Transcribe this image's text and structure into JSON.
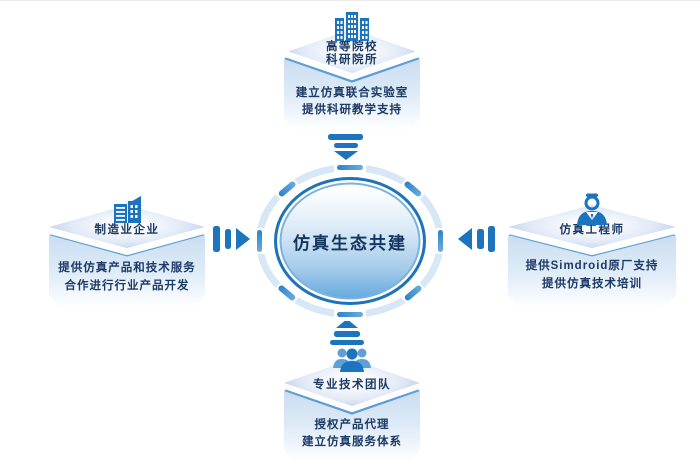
{
  "theme": {
    "accent": "#1b74bd",
    "navy": "#1c3a66",
    "ring": "#d7e7f5",
    "edge": "#4a93cf"
  },
  "center": {
    "title": "仿真生态共建"
  },
  "nodes": {
    "top": {
      "icon": "university-buildings-icon",
      "title_lines": [
        "高等院校",
        "科研院所"
      ],
      "points": [
        "建立仿真联合实验室",
        "提供科研教学支持"
      ],
      "arrow": "double-arrow-down-icon"
    },
    "left": {
      "icon": "factory-buildings-icon",
      "title": "制造业企业",
      "points": [
        "提供仿真产品和技术服务",
        "合作进行行业产品开发"
      ],
      "arrow": "double-arrow-right-icon"
    },
    "right": {
      "icon": "engineer-person-icon",
      "title": "仿真工程师",
      "points": [
        "提供Simdroid原厂支持",
        "提供仿真技术培训"
      ],
      "arrow": "double-arrow-left-icon"
    },
    "bottom": {
      "icon": "team-people-icon",
      "title": "专业技术团队",
      "points": [
        "授权产品代理",
        "建立仿真服务体系"
      ],
      "arrow": "double-arrow-up-icon"
    }
  }
}
